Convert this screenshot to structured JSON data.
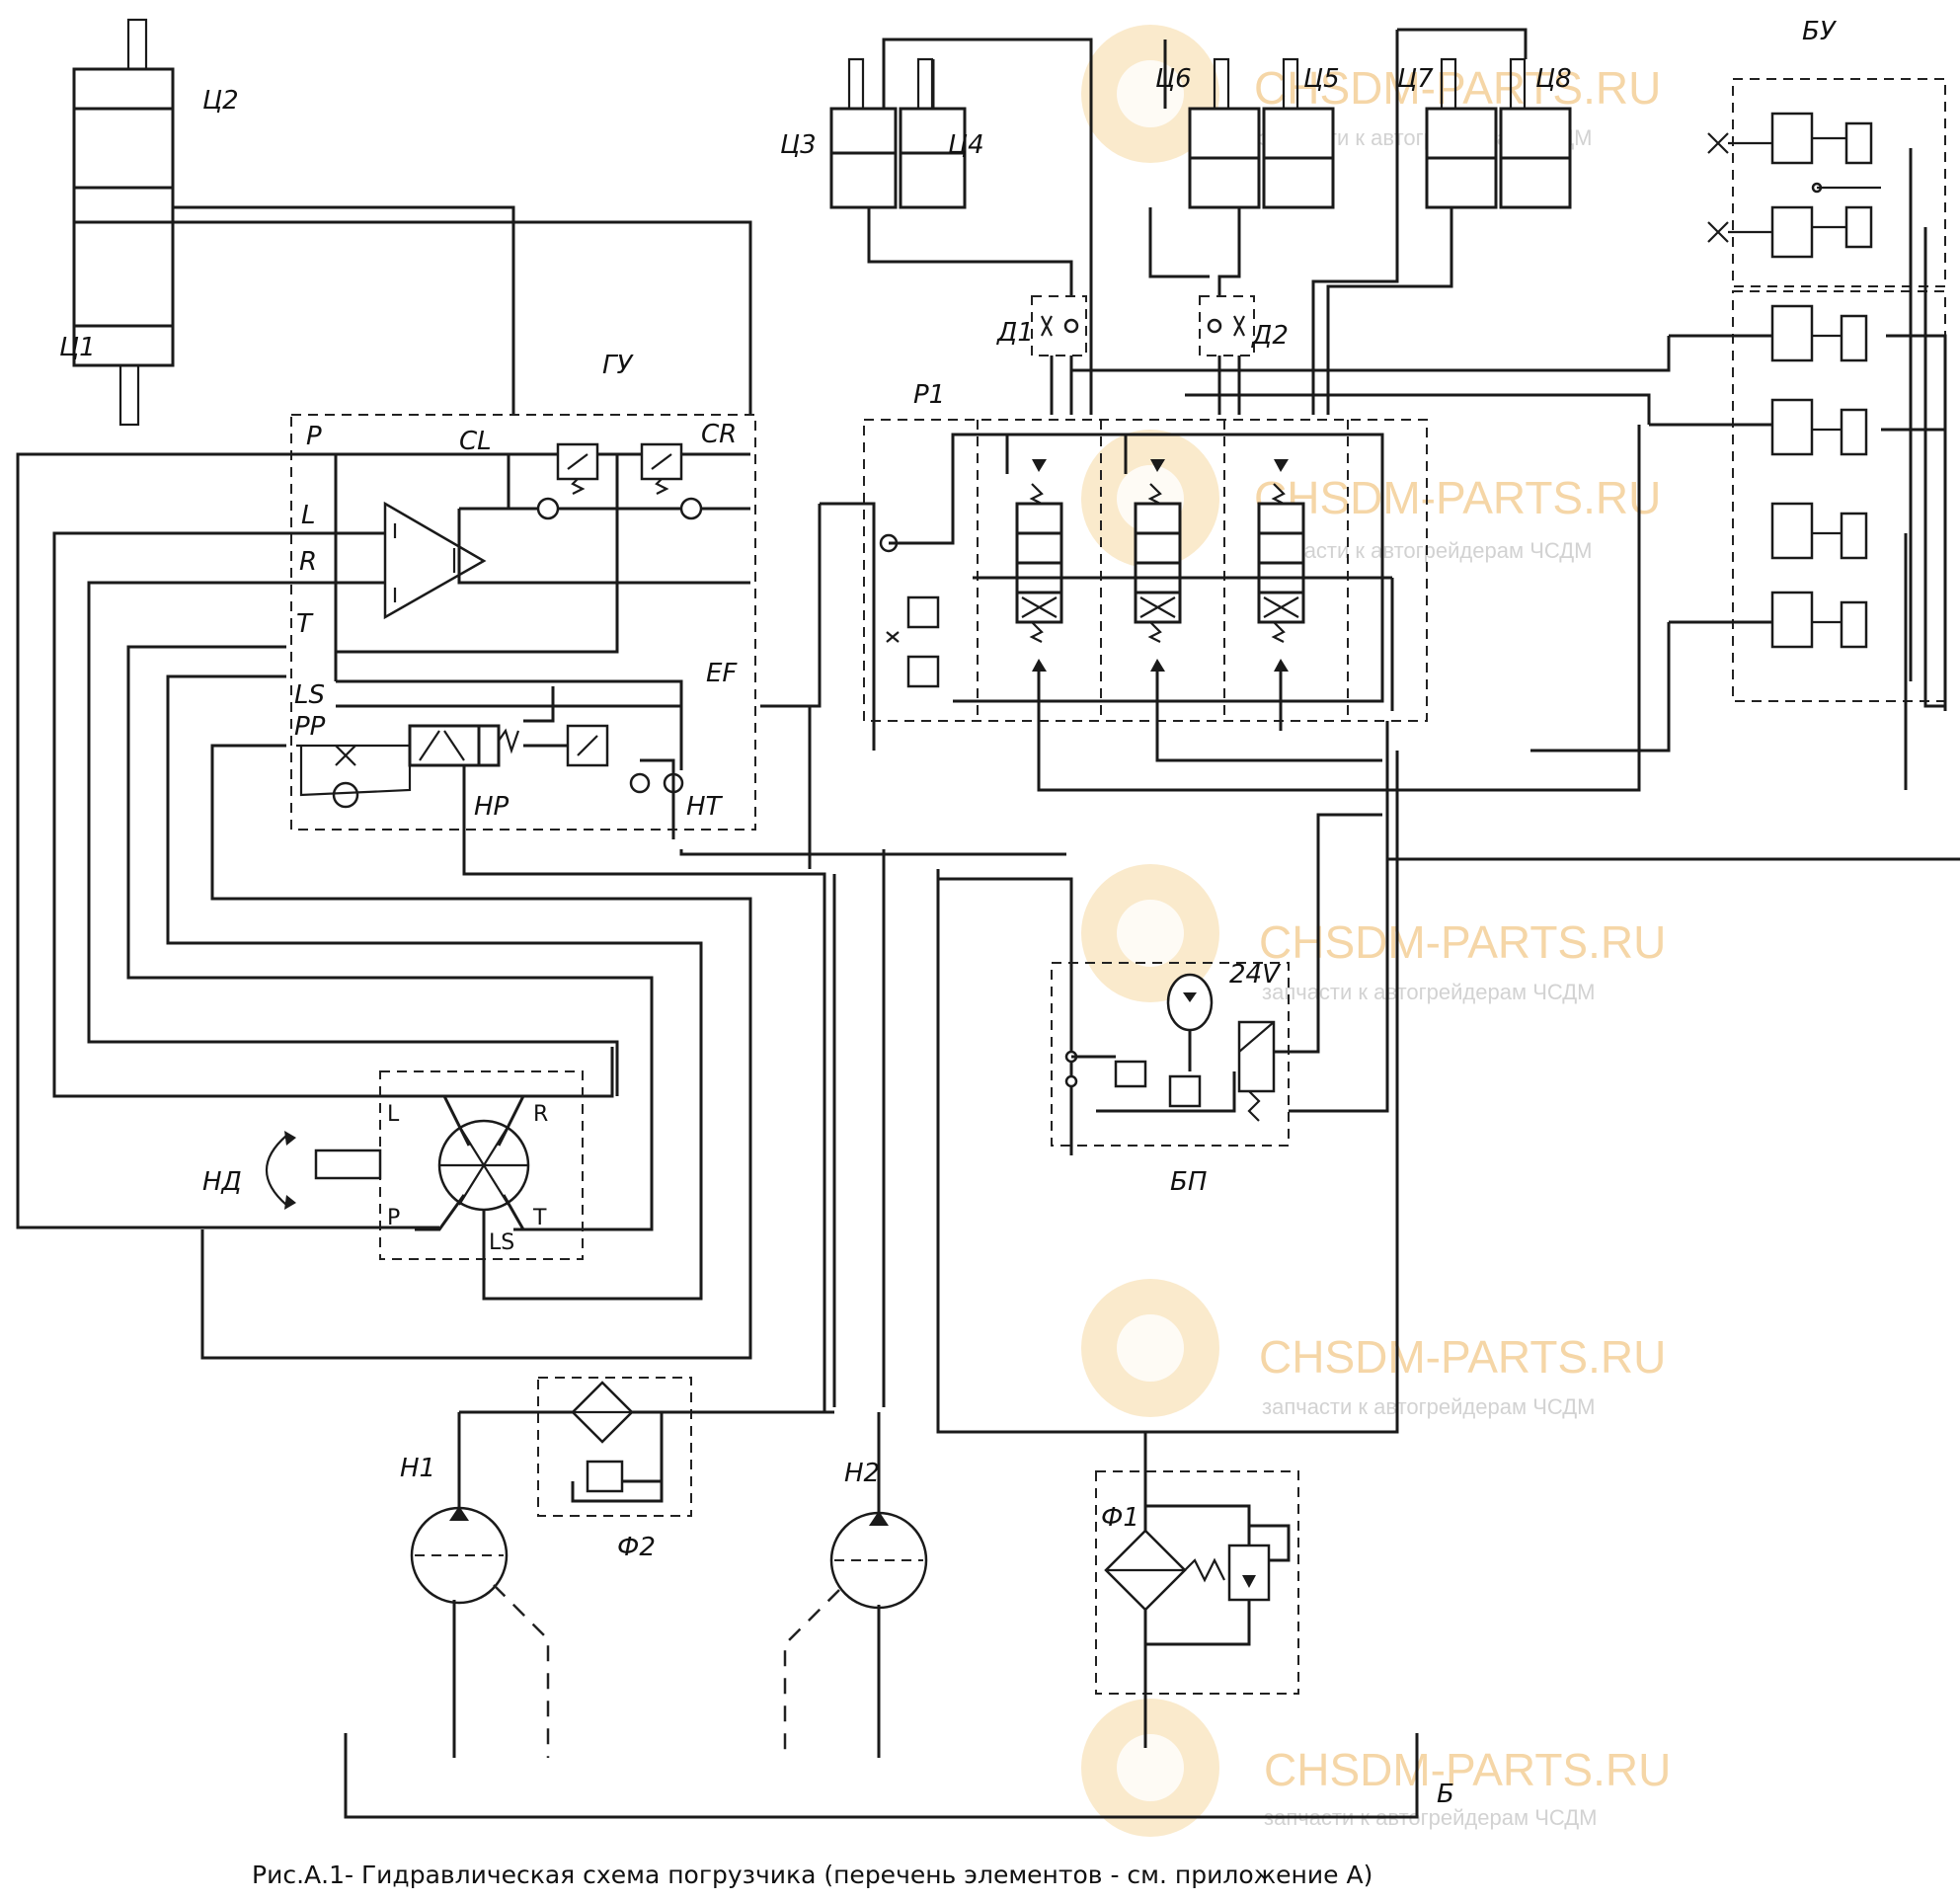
{
  "caption": "Рис.А.1- Гидравлическая схема погрузчика (перечень элементов - см. приложение А)",
  "labels": {
    "c1": "Ц1",
    "c2": "Ц2",
    "c3": "Ц3",
    "c4": "Ц4",
    "c5": "Ц5",
    "c6": "Ц6",
    "c7": "Ц7",
    "c8": "Ц8",
    "gu": "ГУ",
    "p": "P",
    "cl": "CL",
    "cr": "CR",
    "l": "L",
    "r": "R",
    "t": "T",
    "ls": "LS",
    "pp": "PP",
    "ef": "EF",
    "hr": "HP",
    "ht": "HT",
    "d1": "Д1",
    "d2": "Д2",
    "r1": "Р1",
    "bu": "БУ",
    "bp": "БП",
    "v24": "24V",
    "nd": "НД",
    "nd_l": "L",
    "nd_r": "R",
    "nd_p": "P",
    "nd_t": "T",
    "nd_ls": "LS",
    "h1": "Н1",
    "h2": "Н2",
    "f1": "Ф1",
    "f2": "Ф2",
    "b": "Б"
  },
  "watermark": {
    "brand": "CHSDM-PARTS.RU",
    "tagline": "запчасти к автогрейдерам ЧСДМ"
  },
  "colors": {
    "line": "#1a1a1a",
    "watermark_orange": "#f2c98a",
    "watermark_gray": "#c7c7c7"
  }
}
